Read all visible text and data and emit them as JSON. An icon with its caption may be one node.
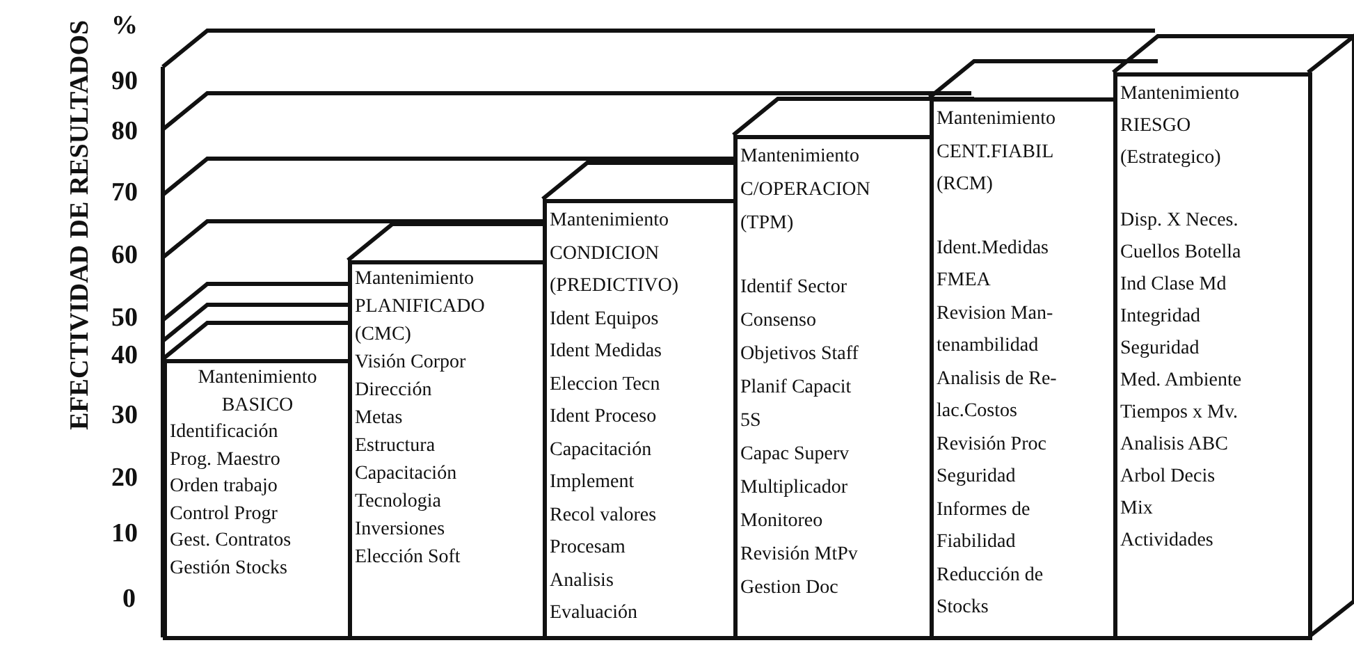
{
  "diagram": {
    "nodes": [
      {
        "text": [
          "Mantenimiento BASICO",
          "Identificación",
          "Prog. Maestro",
          "Orden trabajo",
          "Control Progr",
          "Gest. Contratos",
          "Gestión Stocks"
        ]
      },
      {
        "text": [
          "Mantenimiento PLANIFICADO (CMC)",
          "Visión Corpor",
          "Dirección",
          "Metas",
          "Estructura",
          "Capacitación",
          "Tecnologia",
          "Inversiones",
          "Elección Soft"
        ]
      },
      {
        "text": [
          "Mantenimiento CONDICION (PREDICTIVO)",
          "Ident Equipos",
          "Ident Medidas",
          "Eleccion Tecn",
          "Ident Proceso",
          "Capacitación",
          "Implement",
          "Recol valores",
          "Procesam",
          "Analisis",
          "Evaluación"
        ]
      },
      {
        "text": [
          "Mantenimiento C/OPERACION (TPM)",
          "Identif Sector",
          "Consenso",
          "Objetivos Staff",
          "Planif Capacit",
          "5S",
          "Capac Superv",
          "Multiplicador",
          "Monitoreo",
          "Revisión MtPv",
          "Gestion Doc"
        ]
      },
      {
        "text": [
          "Mantenimiento CENT.FIABIL (RCM)",
          "Ident.Medidas",
          "FMEA",
          "Revision Man-",
          "tenambilidad",
          "Analisis de Re-",
          "lac.Costos",
          "Revisión Proc",
          "Seguridad",
          "Informes de",
          "Fiabilidad",
          "Reducción de",
          "Stocks"
        ]
      },
      {
        "text": [
          "Mantenimiento RIESGO (Estrategico)",
          "Disp. X Neces.",
          "Cuellos Botella",
          "Ind Clase Md",
          "Integridad",
          "Seguridad",
          "Med. Ambiente",
          "Tiempos x Mv.",
          "Analisis ABC",
          "Arbol Decis",
          "Mix",
          "Actividades"
        ]
      }
    ],
    "labels": [
      "%",
      "90",
      "80",
      "70",
      "60",
      "50",
      "40",
      "30",
      "20",
      "10",
      "0",
      "EFECTIVIDAD DE RESULTADOS"
    ]
  }
}
